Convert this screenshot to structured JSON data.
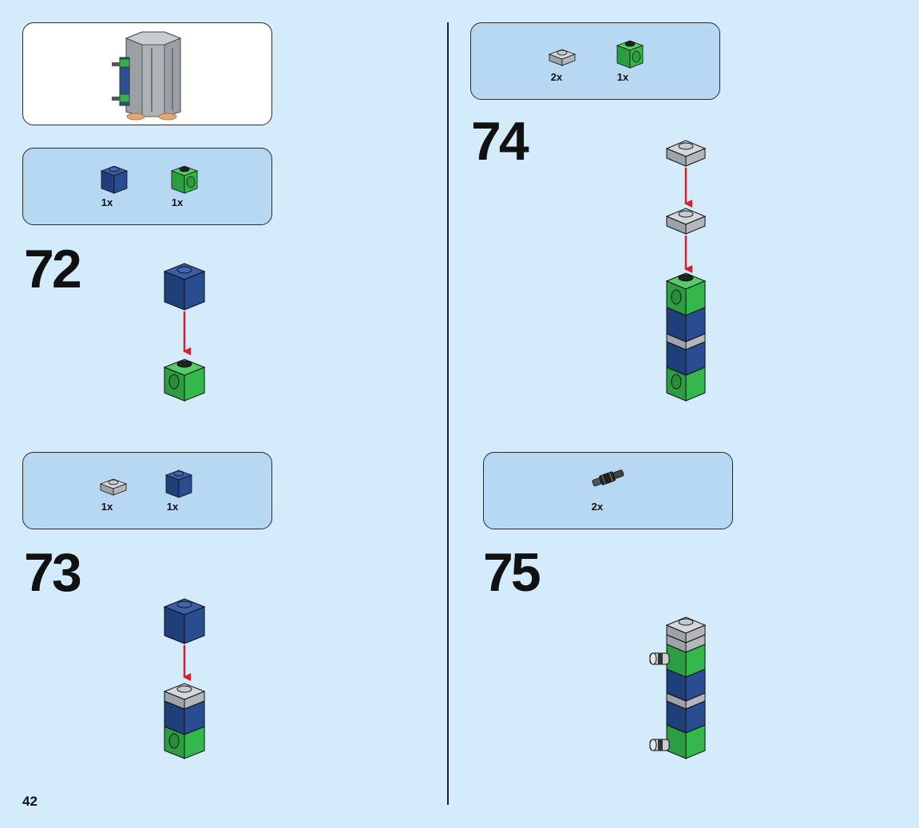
{
  "page": {
    "number": "42"
  },
  "preview_panel": {
    "icon": "hexagon-tower-assembly"
  },
  "steps": [
    {
      "number": "72",
      "parts": [
        {
          "name": "dark-blue-brick-1x1",
          "qty": "1x"
        },
        {
          "name": "green-technic-brick-1x1-hole",
          "qty": "1x"
        }
      ]
    },
    {
      "number": "73",
      "parts": [
        {
          "name": "light-gray-plate-1x1",
          "qty": "1x"
        },
        {
          "name": "dark-blue-brick-1x1",
          "qty": "1x"
        }
      ]
    },
    {
      "number": "74",
      "parts": [
        {
          "name": "light-gray-plate-1x1",
          "qty": "2x"
        },
        {
          "name": "green-technic-brick-1x1-hole",
          "qty": "1x"
        }
      ]
    },
    {
      "number": "75",
      "parts": [
        {
          "name": "black-technic-pin-connector",
          "qty": "2x"
        }
      ]
    }
  ],
  "colors": {
    "background": "#d3ebfa",
    "parts_panel": "#b7d8f2",
    "dark_blue": "#1f3f7a",
    "green": "#2fb34a",
    "light_gray": "#b9bcbf",
    "arrow_red": "#d4202e"
  }
}
